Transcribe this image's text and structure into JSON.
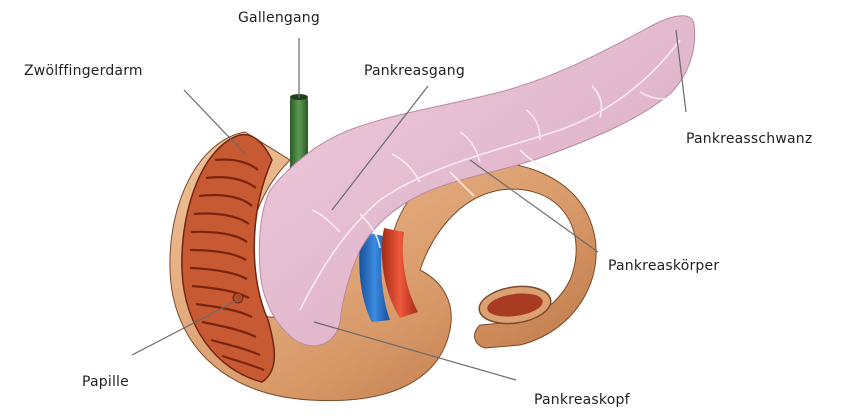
{
  "labels": {
    "bile_duct": "Gallengang",
    "duodenum": "Zwölffingerdarm",
    "pancreatic_duct": "Pankreasgang",
    "pancreas_tail": "Pankreasschwanz",
    "pancreas_body": "Pankreaskörper",
    "papilla": "Papille",
    "pancreas_head": "Pankreaskopf"
  },
  "colors": {
    "pancreas": "#e6bfd0",
    "pancreas_shadow": "#c98fab",
    "duodenum_outer": "#dba277",
    "duodenum_inner": "#c55a33",
    "mucosa_fold": "#8e2c16",
    "bile_duct": "#3e7a3a",
    "vein": "#2a6fc9",
    "artery": "#d8432a",
    "leader_line": "#6b6b6b"
  }
}
